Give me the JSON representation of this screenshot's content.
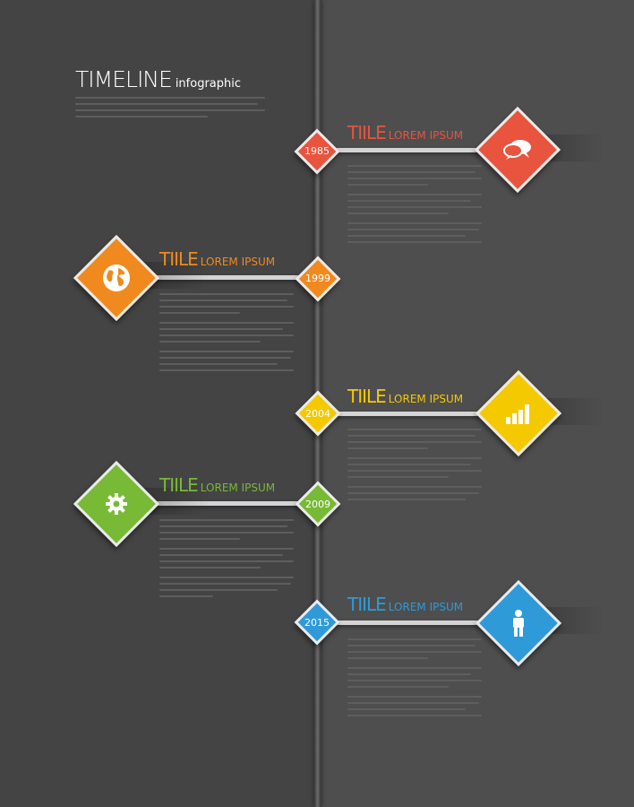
{
  "header": {
    "title_main": "TIMELINE",
    "title_sub": "infographic"
  },
  "colors": {
    "red": "#e8543e",
    "orange": "#f08a1e",
    "yellow": "#f5c900",
    "green": "#78b935",
    "blue": "#2f9ad8"
  },
  "events": [
    {
      "year": "1985",
      "heading": "TIILE",
      "subheading": "LOREM IPSUM",
      "color": "#e8543e",
      "icon": "speech-bubbles-icon",
      "side": "right"
    },
    {
      "year": "1999",
      "heading": "TIILE",
      "subheading": "LOREM IPSUM",
      "color": "#f08a1e",
      "icon": "globe-icon",
      "side": "left"
    },
    {
      "year": "2004",
      "heading": "TIILE",
      "subheading": "LOREM IPSUM",
      "color": "#f5c900",
      "icon": "bar-chart-icon",
      "side": "right"
    },
    {
      "year": "2009",
      "heading": "TIILE",
      "subheading": "LOREM IPSUM",
      "color": "#78b935",
      "icon": "gear-icon",
      "side": "left"
    },
    {
      "year": "2015",
      "heading": "TIILE",
      "subheading": "LOREM IPSUM",
      "color": "#2f9ad8",
      "icon": "person-icon",
      "side": "right"
    }
  ]
}
